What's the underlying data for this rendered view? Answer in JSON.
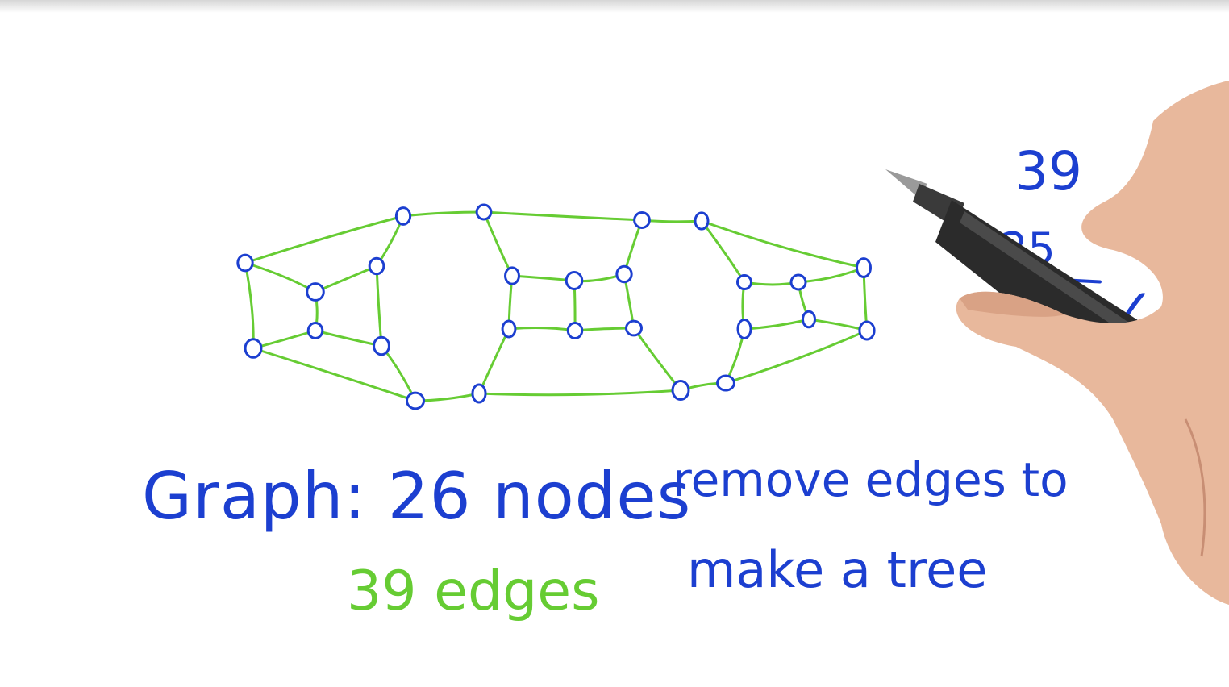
{
  "annotations": {
    "graph_label": "Graph: 26 nodes",
    "edges_label": "39 edges",
    "instruction_line1": "remove edges to",
    "instruction_line2": "make a tree"
  },
  "arithmetic": {
    "total_edges": "39",
    "minus_sign": "-",
    "subtract": "25",
    "result": "14",
    "check_mark": "✓"
  },
  "colors": {
    "node_stroke": "#1c3fd0",
    "edge_stroke": "#66cc33",
    "text_blue": "#1c3fd0",
    "text_green": "#66cc33",
    "skin": "#e8b89c",
    "pen": "#2b2b2b"
  },
  "icons": {
    "pen": "stylus-pen-icon",
    "hand": "hand-icon"
  }
}
